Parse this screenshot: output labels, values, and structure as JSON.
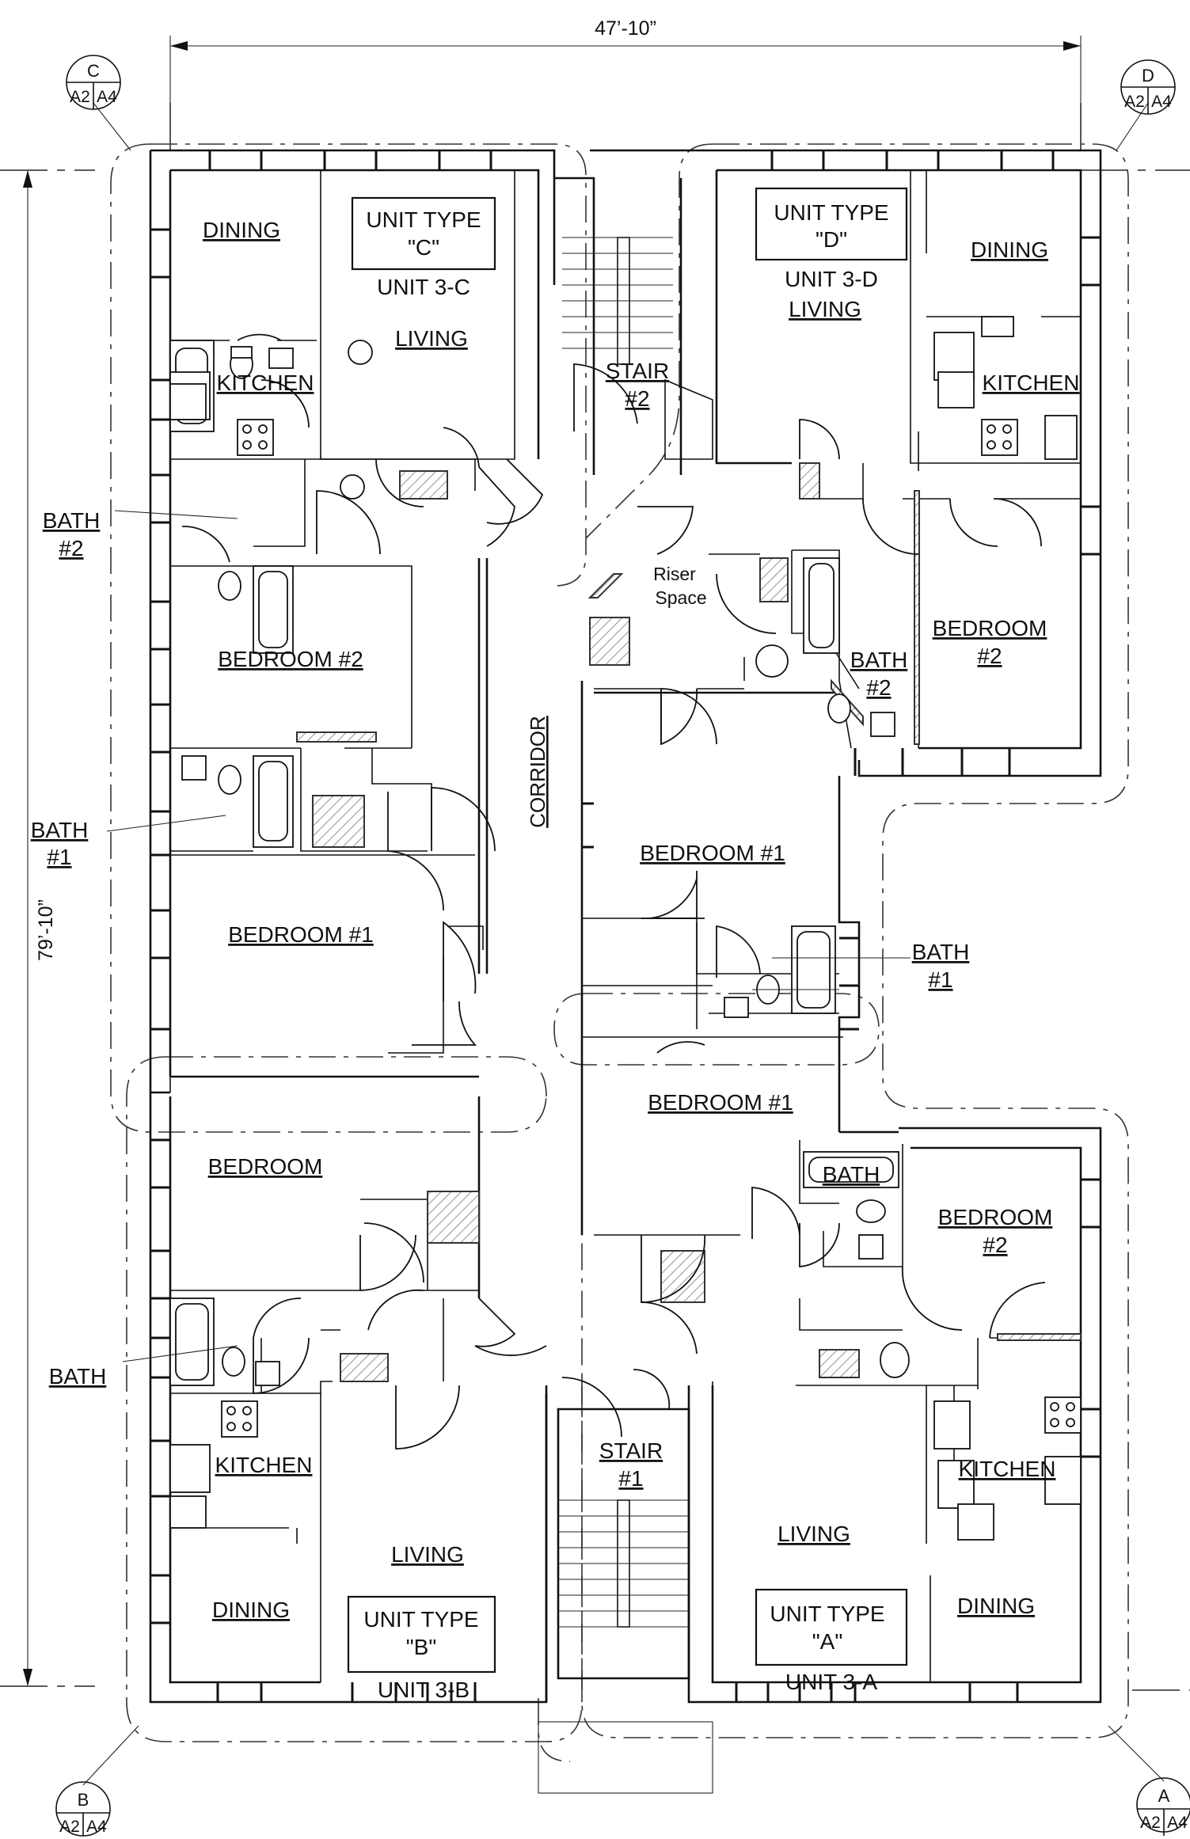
{
  "drawing": {
    "dimensions": {
      "width_label": "47’-10”",
      "height_label": "79’-10”"
    },
    "section_markers": {
      "c": {
        "letter": "C",
        "ref_left": "A2",
        "ref_right": "A4"
      },
      "d": {
        "letter": "D",
        "ref_left": "A2",
        "ref_right": "A4"
      },
      "b": {
        "letter": "B",
        "ref_left": "A2",
        "ref_right": "A4"
      },
      "a": {
        "letter": "A",
        "ref_left": "A2",
        "ref_right": "A4"
      }
    },
    "unit_c": {
      "type_line1": "UNIT TYPE",
      "type_line2": "\"C\"",
      "unit_name": "UNIT 3-C",
      "dining": "DINING",
      "living": "LIVING",
      "kitchen": "KITCHEN",
      "bath2_line1": "BATH",
      "bath2_line2": "#2",
      "bedroom2": "BEDROOM #2",
      "bath1_line1": "BATH",
      "bath1_line2": "#1",
      "bedroom1": "BEDROOM #1"
    },
    "unit_d": {
      "type_line1": "UNIT TYPE",
      "type_line2": "\"D\"",
      "unit_name": "UNIT 3-D",
      "dining": "DINING",
      "living": "LIVING",
      "kitchen": "KITCHEN",
      "bath2_line1": "BATH",
      "bath2_line2": "#2",
      "bedroom2_line1": "BEDROOM",
      "bedroom2_line2": "#2",
      "bedroom1": "BEDROOM #1",
      "bath1_line1": "BATH",
      "bath1_line2": "#1"
    },
    "stair2": {
      "line1": "STAIR",
      "line2": "#2"
    },
    "riser": {
      "line1": "Riser",
      "line2": "Space"
    },
    "corridor": "CORRIDOR",
    "unit_b": {
      "bedroom": "BEDROOM",
      "bath": "BATH",
      "kitchen": "KITCHEN",
      "living": "LIVING",
      "dining": "DINING",
      "type_line1": "UNIT TYPE",
      "type_line2": "\"B\"",
      "unit_name": "UNIT 3-B"
    },
    "unit_a": {
      "bedroom1": "BEDROOM #1",
      "bath": "BATH",
      "bedroom2_line1": "BEDROOM",
      "bedroom2_line2": "#2",
      "kitchen": "KITCHEN",
      "living": "LIVING",
      "dining": "DINING",
      "type_line1": "UNIT TYPE",
      "type_line2": "\"A\"",
      "unit_name": "UNIT 3-A"
    },
    "stair1": {
      "line1": "STAIR",
      "line2": "#1"
    }
  }
}
